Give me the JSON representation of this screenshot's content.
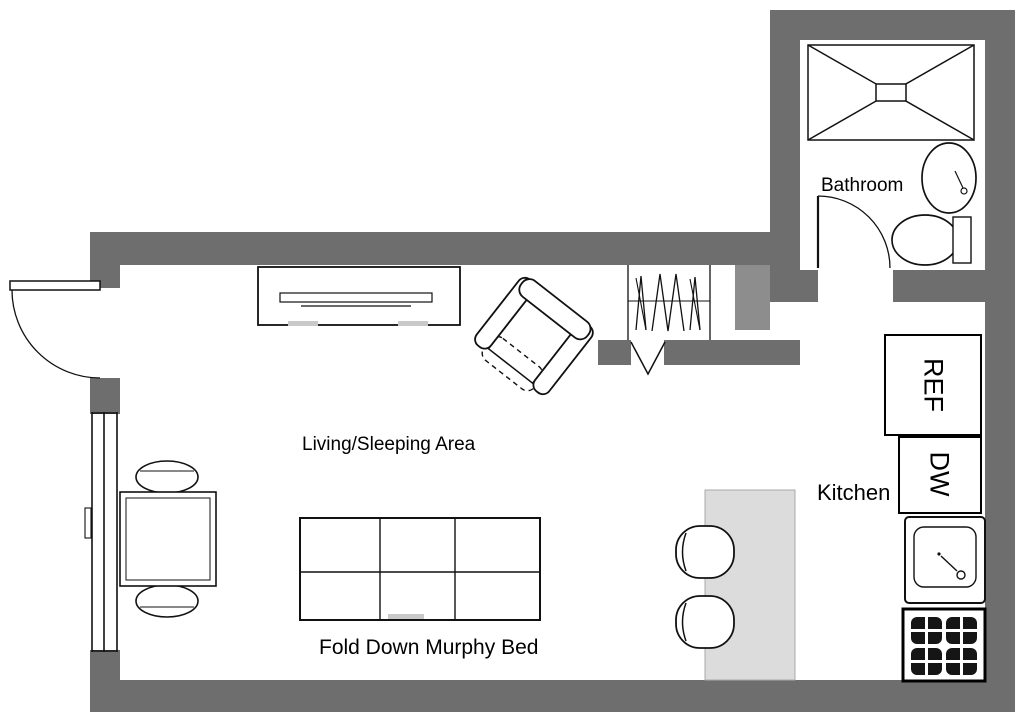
{
  "rooms": {
    "bathroom": {
      "label": "Bathroom"
    },
    "living_sleeping": {
      "label": "Living/Sleeping Area"
    },
    "kitchen": {
      "label": "Kitchen"
    }
  },
  "fixtures": {
    "murphy_bed": {
      "label": "Fold Down Murphy Bed"
    },
    "refrigerator": {
      "abbr": "REF"
    },
    "dishwasher": {
      "abbr": "DW"
    }
  },
  "colors": {
    "wall": "#6e6e6e",
    "duct_column": "#8d8d8d",
    "kitchen_island": "#dcdcdc",
    "outline": "#111111",
    "foot_marks": "#c9c9c9",
    "stove_burner": "#151515",
    "background": "#ffffff"
  }
}
